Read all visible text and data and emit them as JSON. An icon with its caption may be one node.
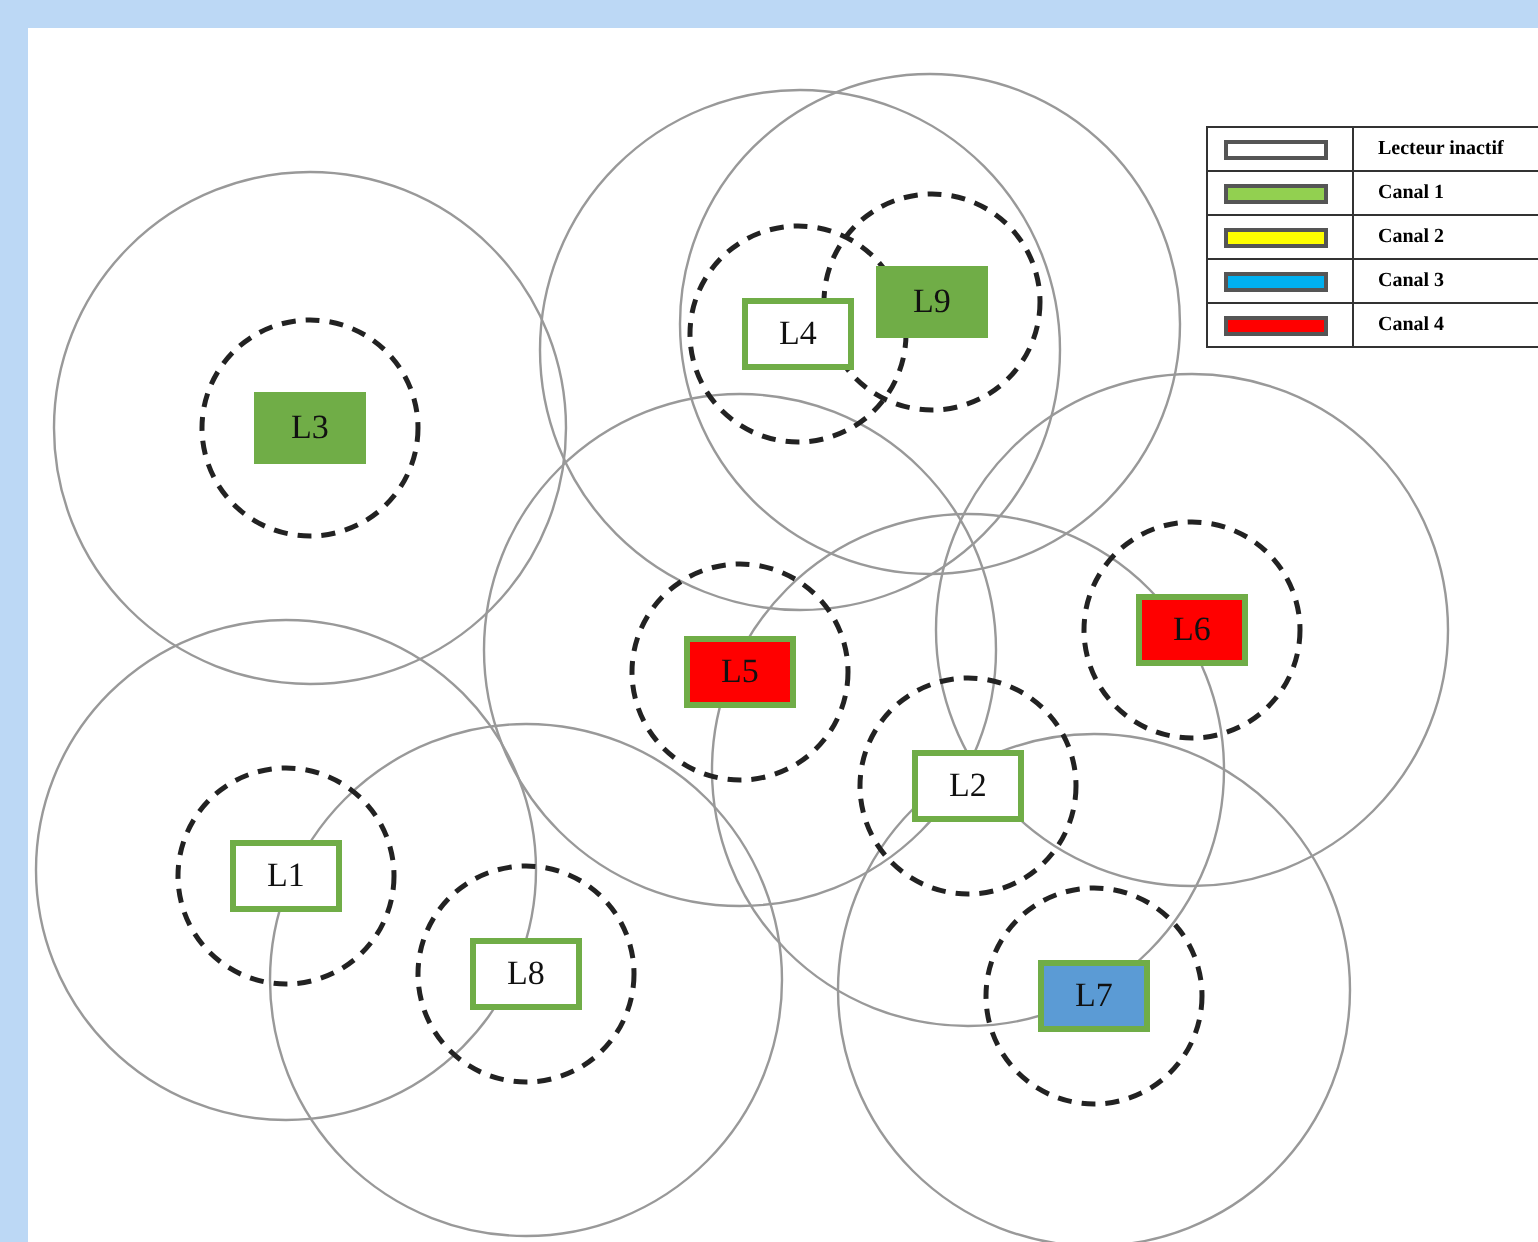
{
  "diagram": {
    "nodes": [
      {
        "text": [
          "L4"
        ]
      },
      {
        "text": [
          "L9"
        ]
      },
      {
        "text": [
          "L3"
        ]
      },
      {
        "text": [
          "L5"
        ]
      },
      {
        "text": [
          "L6"
        ]
      },
      {
        "text": [
          "L2"
        ]
      },
      {
        "text": [
          "L1"
        ]
      },
      {
        "text": [
          "L8"
        ]
      },
      {
        "text": [
          "L7"
        ]
      }
    ],
    "legend": [
      {
        "text": "Lecteur inactif",
        "color": "#ffffff"
      },
      {
        "text": "Canal 1",
        "color": "#92d050"
      },
      {
        "text": "Canal 2",
        "color": "#ffff00"
      },
      {
        "text": "Canal 3",
        "color": "#00b0f0"
      },
      {
        "text": "Canal 4",
        "color": "#ff0000"
      }
    ]
  }
}
